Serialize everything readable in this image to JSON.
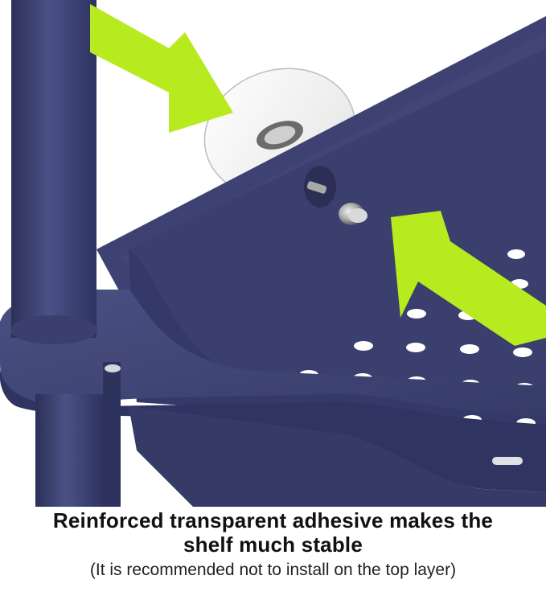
{
  "caption": {
    "headline_line1": "Reinforced transparent adhesive makes the",
    "headline_line2": "shelf much stable",
    "note": "(It is recommended not to install on the top layer)"
  },
  "colors": {
    "shelf": "#3a3f6e",
    "shelf_light": "#4a5082",
    "shelf_dark": "#2c3058",
    "arrow": "#b7ea1f",
    "adhesive": "#f4f4f4"
  }
}
